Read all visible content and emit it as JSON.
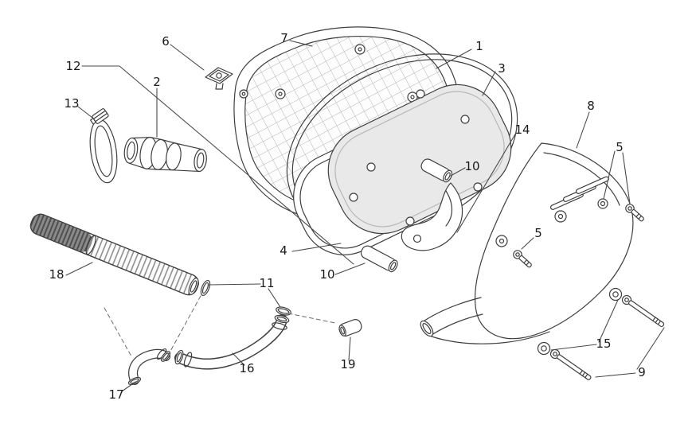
{
  "diagram": {
    "background_color": "#ffffff",
    "line_color": "#3f3f3f",
    "leader_color": "#4a4a4a",
    "label_color": "#1a1a1a",
    "filter_fill": "#e9e9e9",
    "hose_dark_fill": "#8a8a8a",
    "callouts": {
      "c1": {
        "label": "1"
      },
      "c2": {
        "label": "2"
      },
      "c3": {
        "label": "3"
      },
      "c4": {
        "label": "4"
      },
      "c5a": {
        "label": "5"
      },
      "c5b": {
        "label": "5"
      },
      "c6": {
        "label": "6"
      },
      "c7": {
        "label": "7"
      },
      "c8": {
        "label": "8"
      },
      "c9": {
        "label": "9"
      },
      "c10a": {
        "label": "10"
      },
      "c10b": {
        "label": "10"
      },
      "c11": {
        "label": "11"
      },
      "c12": {
        "label": "12"
      },
      "c13": {
        "label": "13"
      },
      "c14": {
        "label": "14"
      },
      "c15": {
        "label": "15"
      },
      "c16": {
        "label": "16"
      },
      "c17": {
        "label": "17"
      },
      "c18": {
        "label": "18"
      },
      "c19": {
        "label": "19"
      }
    }
  }
}
